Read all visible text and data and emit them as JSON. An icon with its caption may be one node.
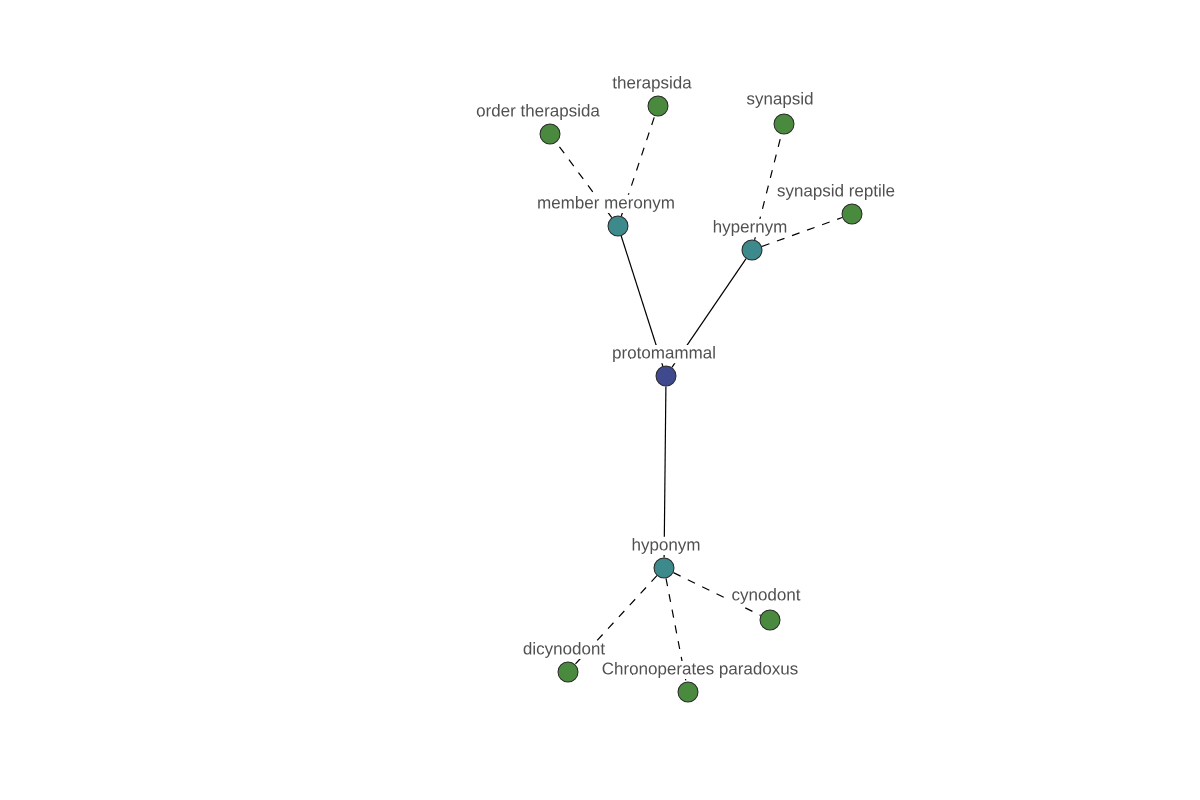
{
  "diagram": {
    "nodes": [
      {
        "text": [
          "therapsida"
        ]
      },
      {
        "text": [
          "synapsid"
        ]
      },
      {
        "text": [
          "order therapsida"
        ]
      },
      {
        "text": [
          "synapsid reptile"
        ]
      },
      {
        "text": [
          "member meronym"
        ]
      },
      {
        "text": [
          "hypernym"
        ]
      },
      {
        "text": [
          "protomammal"
        ]
      },
      {
        "text": [
          "hyponym"
        ]
      },
      {
        "text": [
          "cynodont"
        ]
      },
      {
        "text": [
          "dicynodont"
        ]
      },
      {
        "text": [
          "Chronoperates paradoxus"
        ]
      }
    ],
    "edges": [
      {
        "from": 6,
        "to": 4,
        "arrow": "none"
      },
      {
        "from": 6,
        "to": 5,
        "arrow": "none"
      },
      {
        "from": 6,
        "to": 7,
        "arrow": "none"
      },
      {
        "from": 4,
        "to": 2,
        "arrow": "none",
        "style": "dashed"
      },
      {
        "from": 4,
        "to": 0,
        "arrow": "none",
        "style": "dashed"
      },
      {
        "from": 5,
        "to": 1,
        "arrow": "none",
        "style": "dashed"
      },
      {
        "from": 5,
        "to": 3,
        "arrow": "none",
        "style": "dashed"
      },
      {
        "from": 7,
        "to": 9,
        "arrow": "none",
        "style": "dashed"
      },
      {
        "from": 7,
        "to": 10,
        "arrow": "none",
        "style": "dashed"
      },
      {
        "from": 7,
        "to": 8,
        "arrow": "none",
        "style": "dashed"
      }
    ]
  }
}
